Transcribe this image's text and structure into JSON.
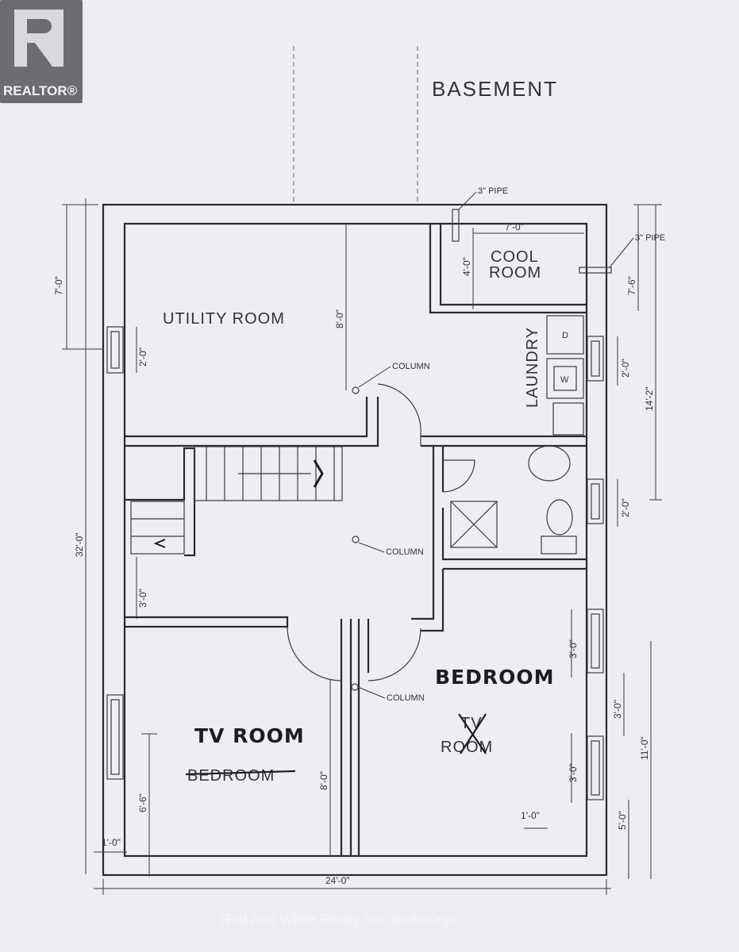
{
  "logo": {
    "text": "REALTOR®"
  },
  "title": "BASEMENT",
  "watermark": "Red And White Realty Inc. Brokerage",
  "rooms": {
    "utility": "UTILITY ROOM",
    "cool_line1": "COOL",
    "cool_line2": "ROOM",
    "laundry": "LAUNDRY",
    "tv_room": "TV ROOM",
    "tv_room_struck": "BEDROOM",
    "bedroom": "BEDROOM",
    "bedroom_struck_tv": "TV",
    "bedroom_struck_room": "ROOM"
  },
  "annotations": {
    "pipe_top": "3\" PIPE",
    "pipe_right": "3\" PIPE",
    "column1": "COLUMN",
    "column2": "COLUMN",
    "column3": "COLUMN",
    "appliance_d": "D",
    "appliance_w": "W"
  },
  "dimensions": {
    "left_7": "7'-0\"",
    "left_32": "32'-0\"",
    "left_2": "2'-0\"",
    "left_3": "3'-0\"",
    "left_6_6": "6'-6\"",
    "left_1": "1'-0\"",
    "bottom_24": "24'-0\"",
    "cool_7": "7'-0\"",
    "cool_4": "4'-0\"",
    "utility_8": "8'-0\"",
    "right_7_6": "7'-6\"",
    "right_14_2": "14'-2\"",
    "right_2a": "2'-0\"",
    "right_2b": "2'-0\"",
    "right_3a": "3'-0\"",
    "right_3b": "3'-0\"",
    "right_3c": "3'-0\"",
    "right_11": "11'-0\"",
    "right_5": "5'-0\"",
    "tv_8": "8'-0\"",
    "bedroom_1": "1'-0\""
  }
}
